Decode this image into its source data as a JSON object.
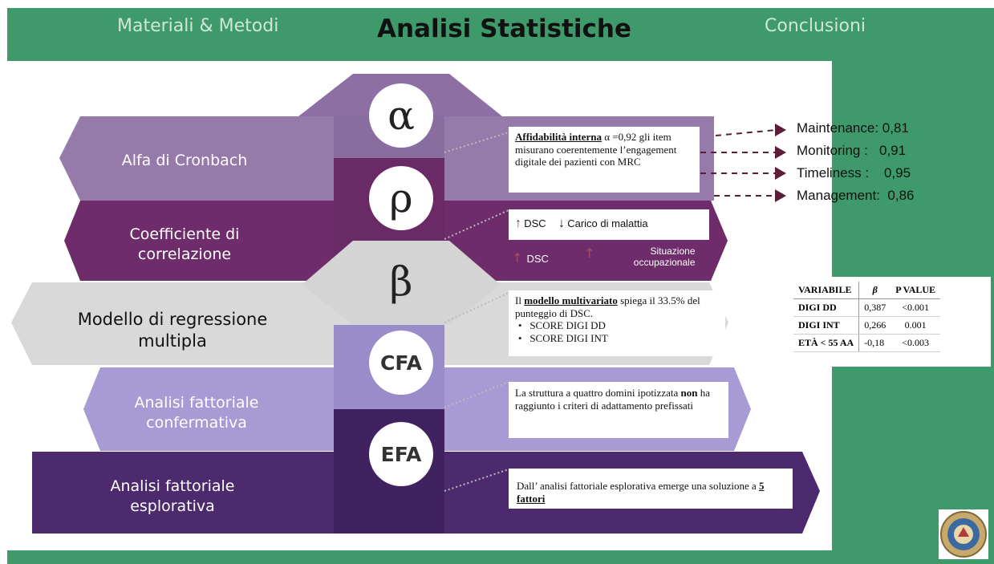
{
  "header": {
    "nav_left": "Materiali & Metodi",
    "title": "Analisi Statistiche",
    "nav_right": "Conclusioni"
  },
  "methods": [
    {
      "label_1": "Alfa di Cronbach",
      "label_2": "",
      "symbol": "α",
      "color": "#957aaa"
    },
    {
      "label_1": "Coefficiente di",
      "label_2": "correlazione",
      "symbol": "ρ",
      "color": "#6e2d6a"
    },
    {
      "label_1": "Modello di regressione",
      "label_2": "multipla",
      "symbol": "β",
      "color": "#d9d9d9"
    },
    {
      "label_1": "Analisi fattoriale",
      "label_2": "confermativa",
      "symbol": "CFA",
      "color": "#a79ad5"
    },
    {
      "label_1": "Analisi fattoriale",
      "label_2": "esplorativa",
      "symbol": "EFA",
      "color": "#4d2a6e"
    }
  ],
  "notes": {
    "alpha": {
      "bold": "Affidabilità interna",
      "rest": " α =0,92 gli item misurano coerentemente l’engagement digitale dei pazienti con MRC"
    },
    "rho": {
      "row1_a": "DSC",
      "row1_b": "Carico di malattia",
      "row2_a": "DSC",
      "row2_b": "Situazione occupazionale"
    },
    "beta": {
      "text_a": "Il ",
      "bold": "modello multivariato",
      "text_b": " spiega il 33.5% del punteggio di DSC.",
      "bullet_1": "SCORE DIGI DD",
      "bullet_2": "SCORE DIGI INT"
    },
    "cfa": {
      "text_a": "La struttura a quattro domini ipotizzata ",
      "bold": "non",
      "text_b": " ha raggiunto i criteri di adattamento prefissati"
    },
    "efa": {
      "text_a": "Dall’ analisi fattoriale esplorativa emerge una soluzione a ",
      "bold": "5 fattori"
    }
  },
  "reliability": [
    {
      "name": "Maintenance",
      "value": ": 0,81"
    },
    {
      "name": "Monitoring",
      "value": " :   0,91"
    },
    {
      "name": "Timeliness",
      "value": " :    0,95"
    },
    {
      "name": "Management",
      "value": ":  0,86"
    }
  ],
  "regression_table": {
    "headers": [
      "VARIABILE",
      "β",
      "P VALUE"
    ],
    "rows": [
      [
        "DIGI DD",
        "0,387",
        "<0.001"
      ],
      [
        "DIGI INT",
        "0,266",
        "0.001"
      ],
      [
        "ETÀ < 55 AA",
        "-0,18",
        "<0.003"
      ]
    ]
  },
  "colors": {
    "green": "#3e9a6b",
    "arrow": "#5a1e3a"
  }
}
